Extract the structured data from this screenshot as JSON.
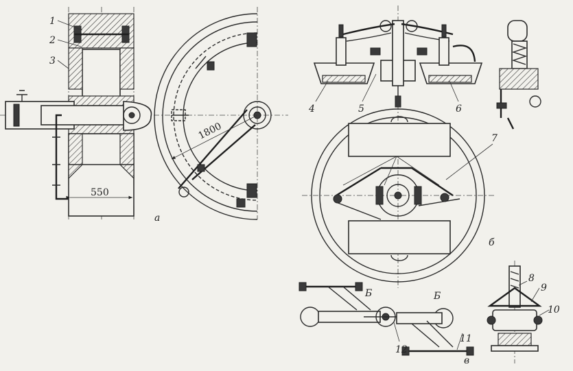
{
  "figure": {
    "panel_labels": {
      "a": "а",
      "b": "б",
      "v": "в"
    },
    "dimensions": {
      "diameter": "1800",
      "width": "550"
    },
    "callouts": [
      {
        "id": "c1",
        "text": "1"
      },
      {
        "id": "c2",
        "text": "2"
      },
      {
        "id": "c3",
        "text": "3"
      },
      {
        "id": "c4",
        "text": "4"
      },
      {
        "id": "c5",
        "text": "5"
      },
      {
        "id": "c6",
        "text": "6"
      },
      {
        "id": "c7",
        "text": "7"
      },
      {
        "id": "c8",
        "text": "8"
      },
      {
        "id": "c9",
        "text": "9"
      },
      {
        "id": "c10",
        "text": "10"
      },
      {
        "id": "c11",
        "text": "11"
      },
      {
        "id": "c12",
        "text": "12"
      },
      {
        "id": "b1",
        "text": "Б"
      },
      {
        "id": "b2",
        "text": "Б"
      }
    ]
  }
}
